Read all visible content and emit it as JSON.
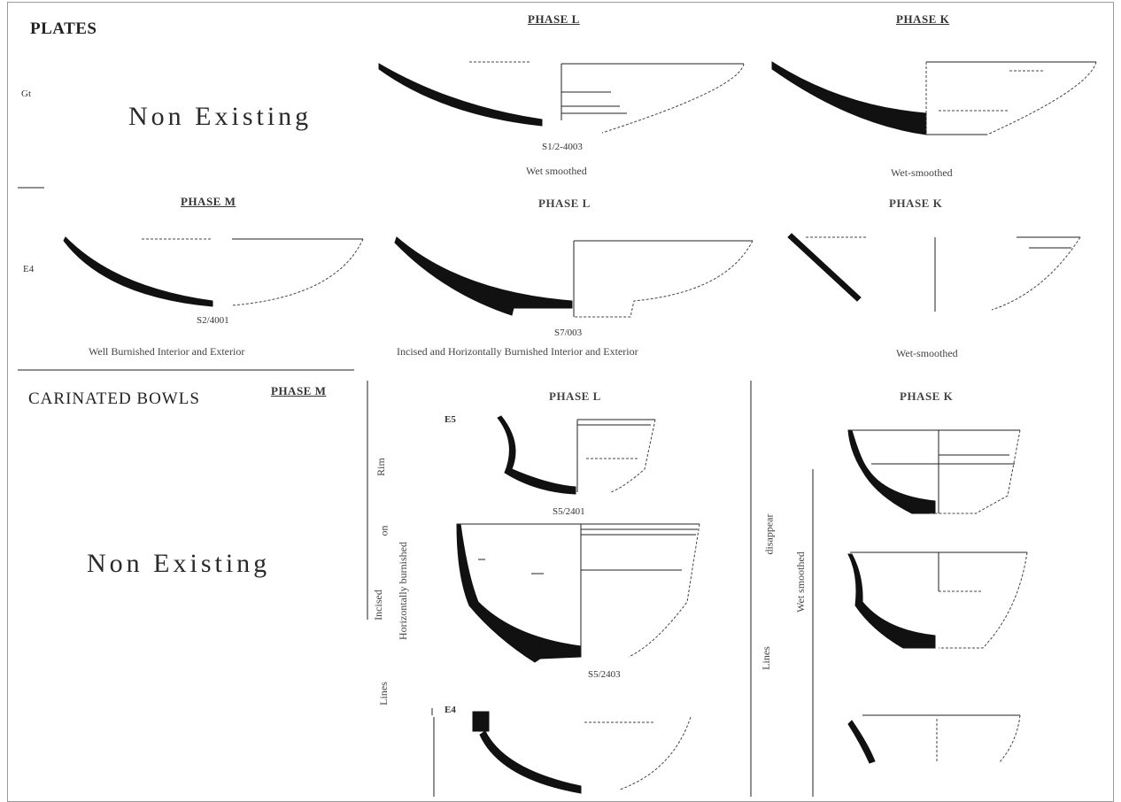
{
  "sections": {
    "plates": "PLATES",
    "carinated_bowls": "CARINATED BOWLS",
    "non_existing_top": "Non Existing",
    "non_existing_bottom": "Non Existing"
  },
  "rows": {
    "row1_code": "Gt",
    "row2_code": "E4"
  },
  "headers": {
    "r1_phase_l": "PHASE L",
    "r1_phase_k": "PHASE K",
    "r2_phase_m": "PHASE M",
    "r2_phase_l": "PHASE L",
    "r2_phase_k": "PHASE K",
    "r3_phase_m": "PHASE M",
    "r3_phase_l": "PHASE L",
    "r3_phase_k": "PHASE K"
  },
  "captions": {
    "r1_l_id": "S1/2-4003",
    "r1_l": "Wet smoothed",
    "r1_k": "Wet-smoothed",
    "r2_m_id": "S2/4001",
    "r2_m": "Well Burnished Interior and Exterior",
    "r2_l_id": "S7/003",
    "r2_l": "Incised and Horizontally Burnished Interior and Exterior",
    "r2_k": "Wet-smoothed",
    "r3_l_id1": "S5/2401",
    "r3_l_id2": "S5/2403"
  },
  "carinated": {
    "code_e5": "E5",
    "code_e4": "E4",
    "label_rim": "Rim",
    "label_on": "on",
    "label_incised": "Incised",
    "label_horiz": "Horizontally burnished",
    "label_lines": "Lines",
    "label_disappear": "disappear",
    "label_wet": "Wet smoothed",
    "label_lines_k": "Lines"
  }
}
